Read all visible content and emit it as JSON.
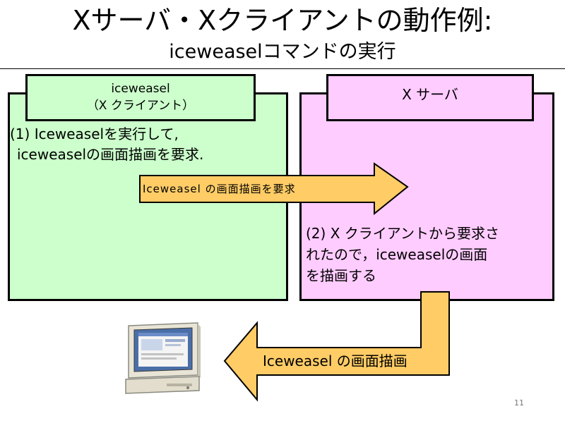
{
  "title": {
    "line1": "Xサーバ・Xクライアントの動作例:",
    "line2": "iceweaselコマンドの実行"
  },
  "client_panel": {
    "tab_line1": "iceweasel",
    "tab_line2": "（X クライアント）",
    "step_line1": "(1) Iceweaselを実行して,",
    "step_line2": "iceweaselの画面描画を要求."
  },
  "server_panel": {
    "tab_label": "X サーバ",
    "step_line1": "(2) X クライアントから要求さ",
    "step_line2": "れたので，iceweaselの画面",
    "step_line3": "を描画する"
  },
  "request_arrow": {
    "label": "Iceweasel の画面描画を要求"
  },
  "draw_arrow": {
    "label": "Iceweasel の画面描画"
  },
  "page_number": "11",
  "colors": {
    "client_bg": "#ccffcc",
    "server_bg": "#ffccff",
    "arrow_fill": "#ffcc66"
  },
  "icons": {
    "monitor": "computer-monitor-icon"
  }
}
